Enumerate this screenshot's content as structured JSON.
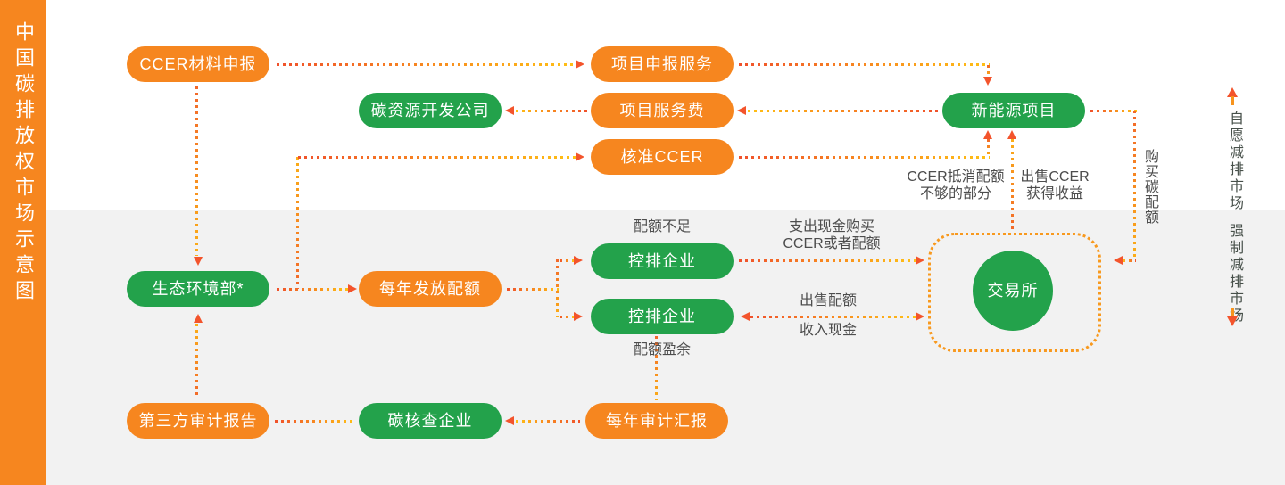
{
  "sidebar": {
    "title": "中国碳排放权市场示意图"
  },
  "markets": {
    "voluntary": "自愿减排市场",
    "mandatory": "强制减排市场"
  },
  "nodes": {
    "ccer_material": {
      "label": "CCER材料申报",
      "color": "orange"
    },
    "project_declare": {
      "label": "项目申报服务",
      "color": "orange"
    },
    "carbon_dev": {
      "label": "碳资源开发公司",
      "color": "green"
    },
    "project_fee": {
      "label": "项目服务费",
      "color": "orange"
    },
    "new_energy": {
      "label": "新能源项目",
      "color": "green"
    },
    "approved_ccer": {
      "label": "核准CCER",
      "color": "orange"
    },
    "moee": {
      "label": "生态环境部*",
      "color": "green"
    },
    "annual_quota": {
      "label": "每年发放配额",
      "color": "orange"
    },
    "enterprise_short": {
      "label": "控排企业",
      "color": "green"
    },
    "enterprise_surplus": {
      "label": "控排企业",
      "color": "green"
    },
    "third_party_audit": {
      "label": "第三方审计报告",
      "color": "orange"
    },
    "carbon_verify": {
      "label": "碳核查企业",
      "color": "green"
    },
    "annual_audit": {
      "label": "每年审计汇报",
      "color": "orange"
    },
    "exchange": {
      "label": "交易所",
      "color": "green"
    }
  },
  "flow_labels": {
    "offset_line1": "CCER抵消配额",
    "offset_line2": "不够的部分",
    "sell_ccer_line1": "出售CCER",
    "sell_ccer_line2": "获得收益",
    "buy_quota": "购买碳配额",
    "quota_short": "配额不足",
    "quota_surplus": "配额盈余",
    "pay_cash_line1": "支出现金购买",
    "pay_cash_line2": "CCER或者配额",
    "sell_quota": "出售配额",
    "income_cash": "收入现金"
  },
  "colors": {
    "orange": "#F6861F",
    "green": "#23A24B",
    "panel_bottom": "#F2F2F2",
    "dot_warm": "#F0512B",
    "dot_yellow": "#FFC014",
    "arrowhead": "#F3542C",
    "label_text": "#4D4D4D"
  }
}
